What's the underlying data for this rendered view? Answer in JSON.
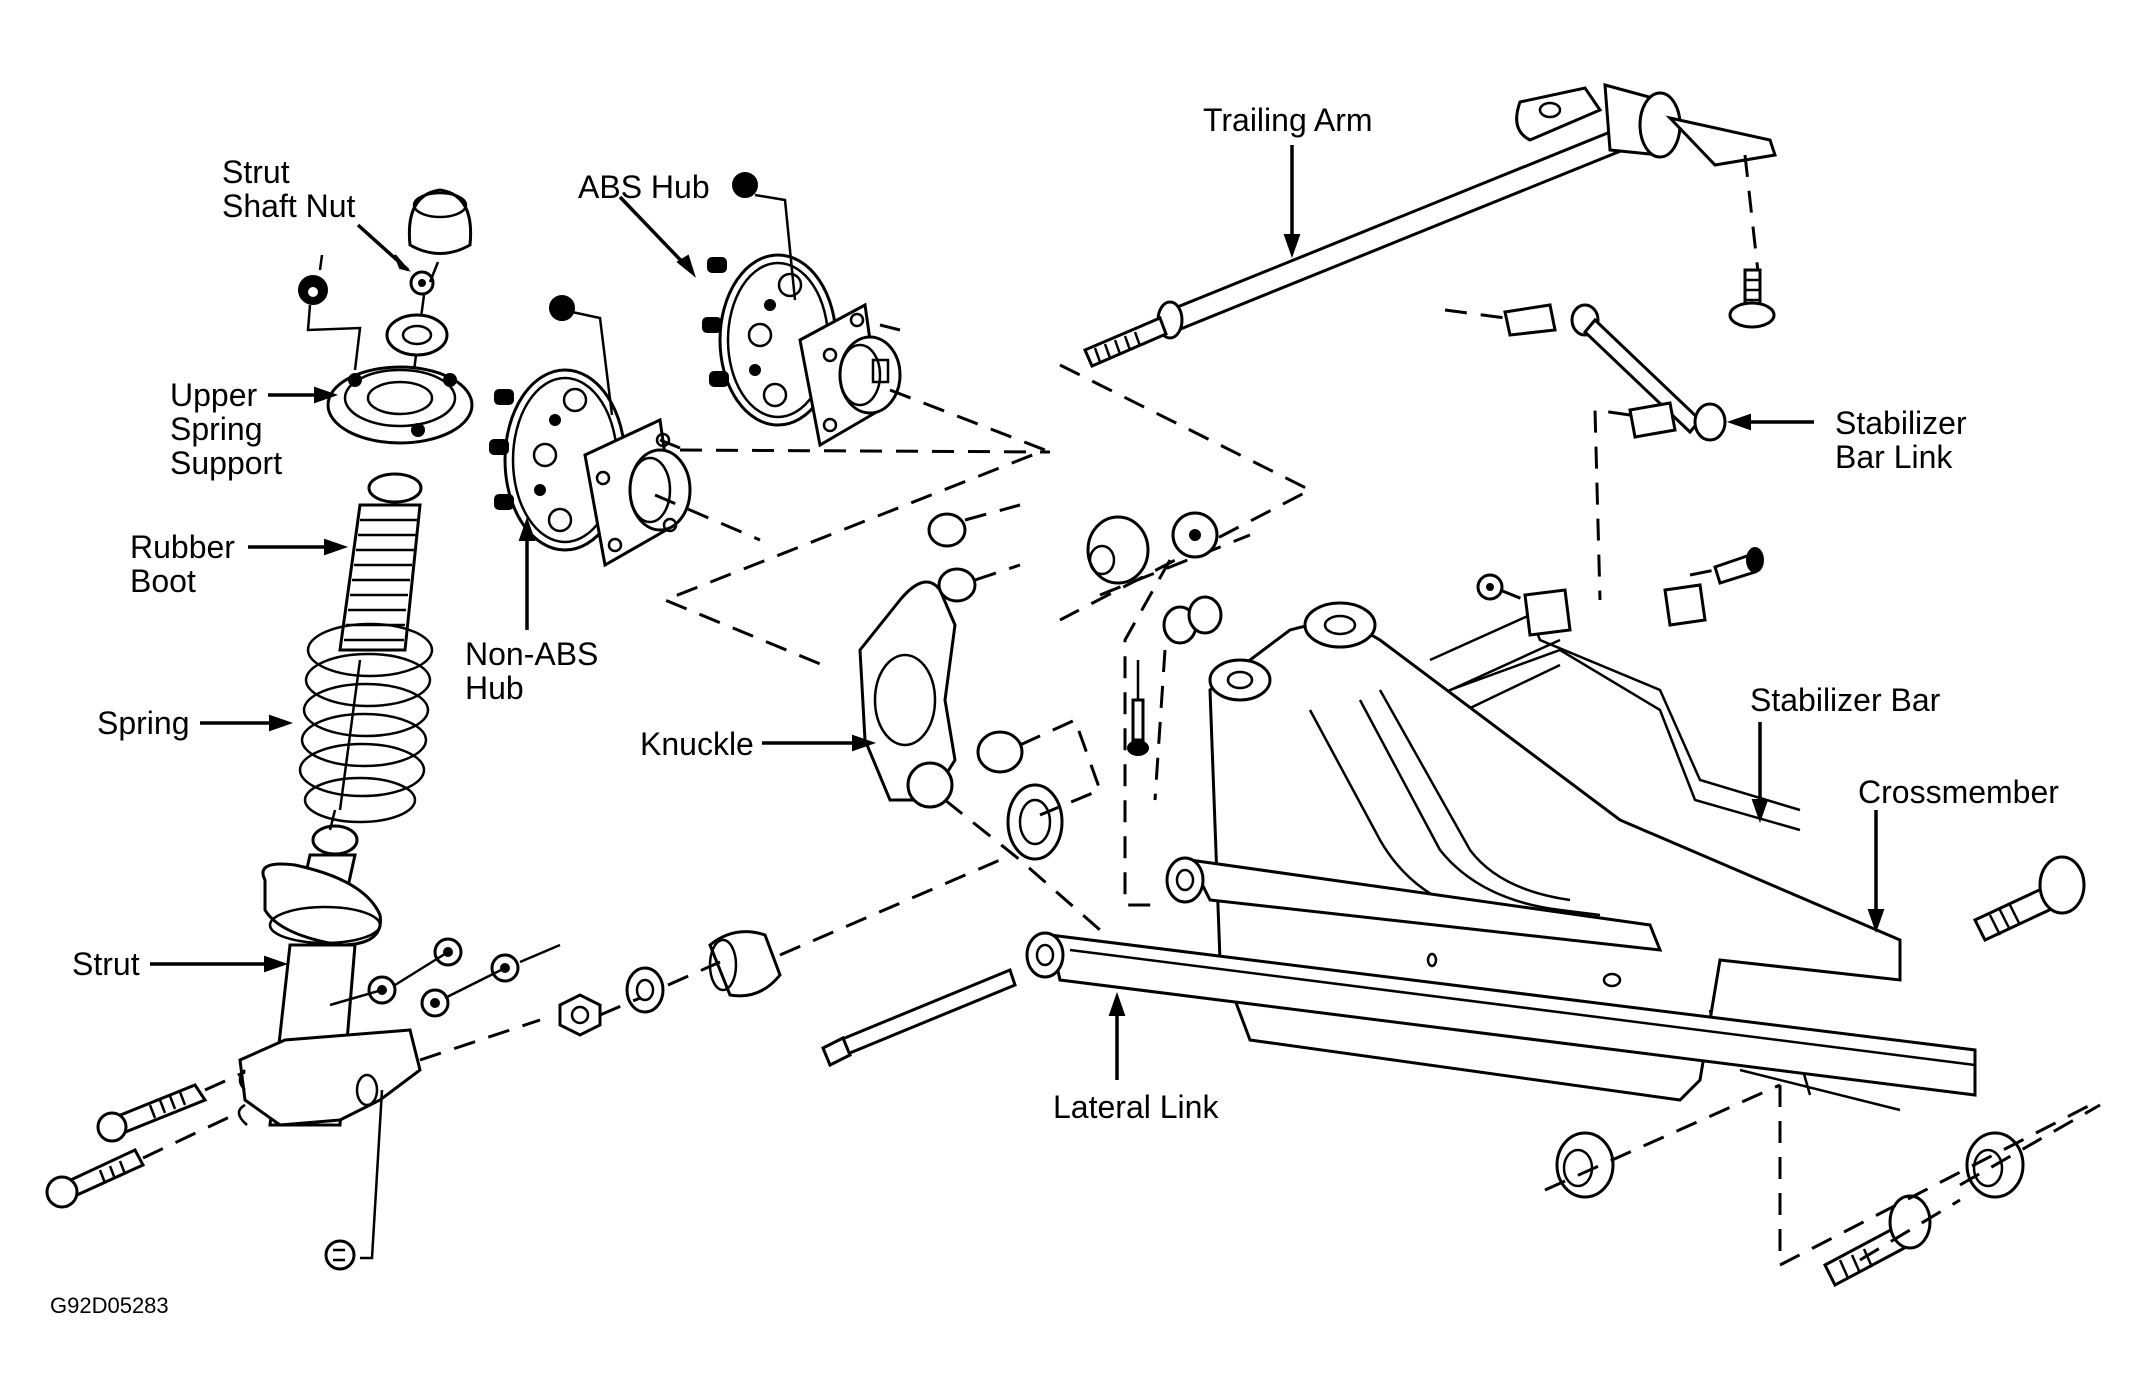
{
  "figure": {
    "title": "Rear Suspension Exploded View",
    "figure_id": "G92D05283",
    "line_color": "#000000",
    "background": "#ffffff"
  },
  "labels": {
    "strut_shaft_nut": "Strut\nShaft Nut",
    "upper_spring_support": "Upper\nSpring\nSupport",
    "rubber_boot": "Rubber\nBoot",
    "spring": "Spring",
    "strut": "Strut",
    "abs_hub": "ABS Hub",
    "non_abs_hub": "Non-ABS\nHub",
    "knuckle": "Knuckle",
    "trailing_arm": "Trailing Arm",
    "stabilizer_bar_link": "Stabilizer\nBar Link",
    "stabilizer_bar": "Stabilizer Bar",
    "crossmember": "Crossmember",
    "lateral_link": "Lateral Link"
  }
}
